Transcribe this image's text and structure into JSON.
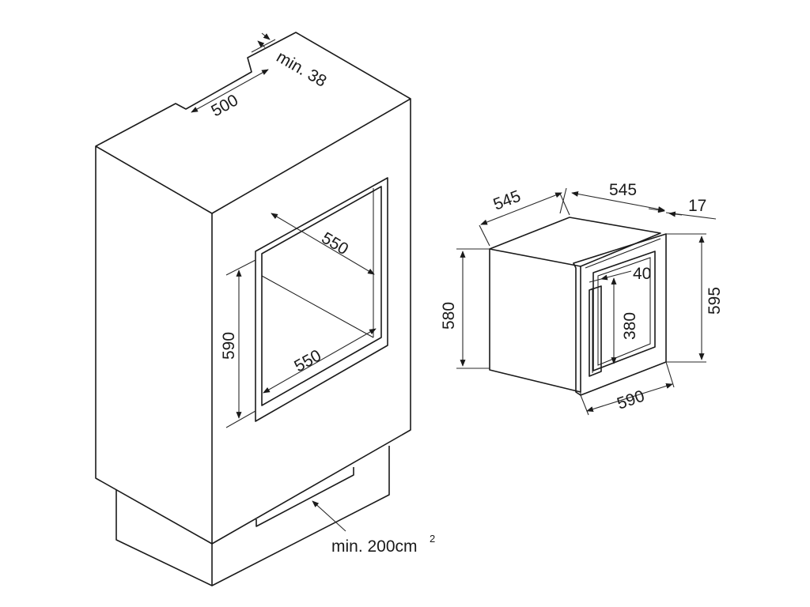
{
  "cabinet": {
    "labels": {
      "top_depth": "500",
      "top_gap": "min. 38",
      "niche_depth": "550",
      "niche_width": "550",
      "niche_height": "590",
      "ventilation": "min. 200cm",
      "ventilation_sup": "2"
    }
  },
  "appliance": {
    "labels": {
      "depth_side": "545",
      "depth_top": "545",
      "front_thickness": "17",
      "body_height": "580",
      "front_height": "595",
      "front_width": "590",
      "door_inset": "40",
      "window_height": "380"
    }
  }
}
